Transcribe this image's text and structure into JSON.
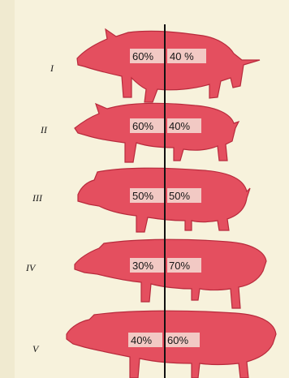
{
  "colors": {
    "background": "#f7f2dc",
    "pig_fill": "#e44f5f",
    "pig_stroke": "#b82a3c",
    "label_box": "#f2c9c4",
    "divider_line": "#111111"
  },
  "pigs": [
    {
      "numeral": "I",
      "front_pct": "60%",
      "rear_pct": "40 %"
    },
    {
      "numeral": "II",
      "front_pct": "60%",
      "rear_pct": "40%"
    },
    {
      "numeral": "III",
      "front_pct": "50%",
      "rear_pct": "50%"
    },
    {
      "numeral": "IV",
      "front_pct": "30%",
      "rear_pct": "70%"
    },
    {
      "numeral": "V",
      "front_pct": "40%",
      "rear_pct": "60%"
    }
  ]
}
